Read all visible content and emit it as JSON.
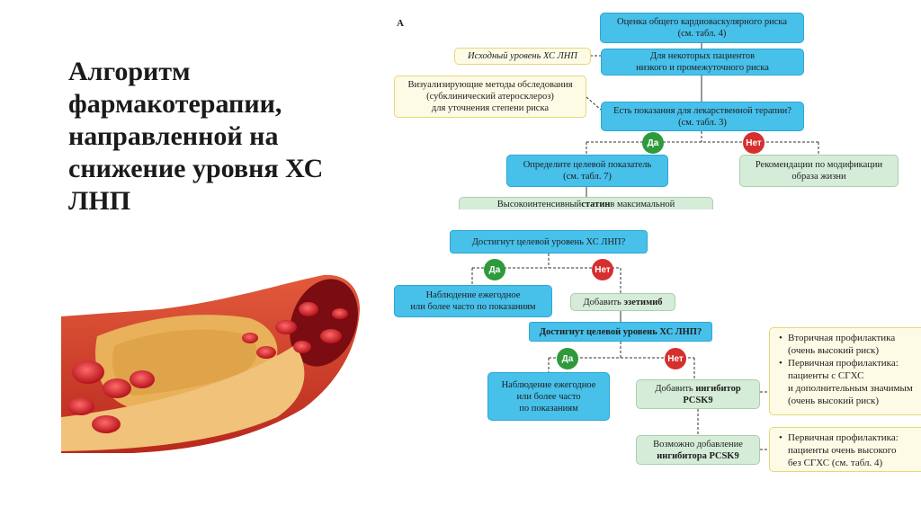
{
  "slide_title": "Алгоритм фармакотерапии, направленной на снижение уровня ХС ЛНП",
  "figure_label": "А",
  "boxes": {
    "risk_assessment": "Оценка общего кардиоваскулярного риска\n(см. табл. 4)",
    "baseline_ldl": "Исходный уровень ХС ЛНП",
    "some_patients": "Для некоторых пациентов\nнизкого и промежуточного риска",
    "imaging": "Визуализирующие методы обследования\n(субклинический атеросклероз)\nдля уточнения степени риска",
    "drug_indications": "Есть показания для лекарственной терапии?\n(см. табл. 3)",
    "define_target": "Определите целевой показатель\n(см. табл. 7)",
    "lifestyle": "Рекомендации по модификации\nобраза жизни",
    "high_statin_pre": "Высокоинтенсивный ",
    "high_statin_bold": "статин",
    "high_statin_post": " в максимальной",
    "target_reached_1": "Достигнут целевой уровень ХС ЛНП?",
    "observe_1": "Наблюдение ежегодное\nили более часто по показаниям",
    "add_ezetimibe_pre": "Добавить ",
    "add_ezetimibe_bold": "эзетимиб",
    "target_reached_2": "Достигнут целевой уровень ХС ЛНП?",
    "observe_2": "Наблюдение ежегодное\nили более часто\nпо показаниям",
    "add_pcsk9_pre": "Добавить ",
    "add_pcsk9_bold": "ингибитор\nPCSK9",
    "possible_pcsk9_pre": "Возможно добавление\n",
    "possible_pcsk9_bold": "ингибитора PCSK9"
  },
  "badges": {
    "yes": "Да",
    "no": "Нет"
  },
  "notes": {
    "note1": [
      "Вторичная профилактика\n(очень высокий риск)",
      "Первичная профилактика:\nпациенты с СГХС\nи дополнительным значимым\n(очень высокий риск)"
    ],
    "note2": [
      "Первичная профилактика:\nпациенты очень высокого\nбез СГХС (см. табл. 4)"
    ]
  },
  "colors": {
    "blue_box": "#47c0ea",
    "yellow_box": "#fdfbe6",
    "green_box": "#d5ecd8",
    "yes_badge": "#2e9a3c",
    "no_badge": "#d62f2f"
  }
}
